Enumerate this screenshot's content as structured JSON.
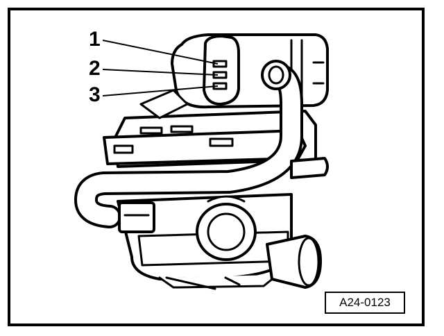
{
  "figure": {
    "id_label": "A24-0123",
    "callouts": [
      {
        "number": "1"
      },
      {
        "number": "2"
      },
      {
        "number": "3"
      }
    ]
  },
  "colors": {
    "line": "#000000",
    "background": "#ffffff"
  }
}
